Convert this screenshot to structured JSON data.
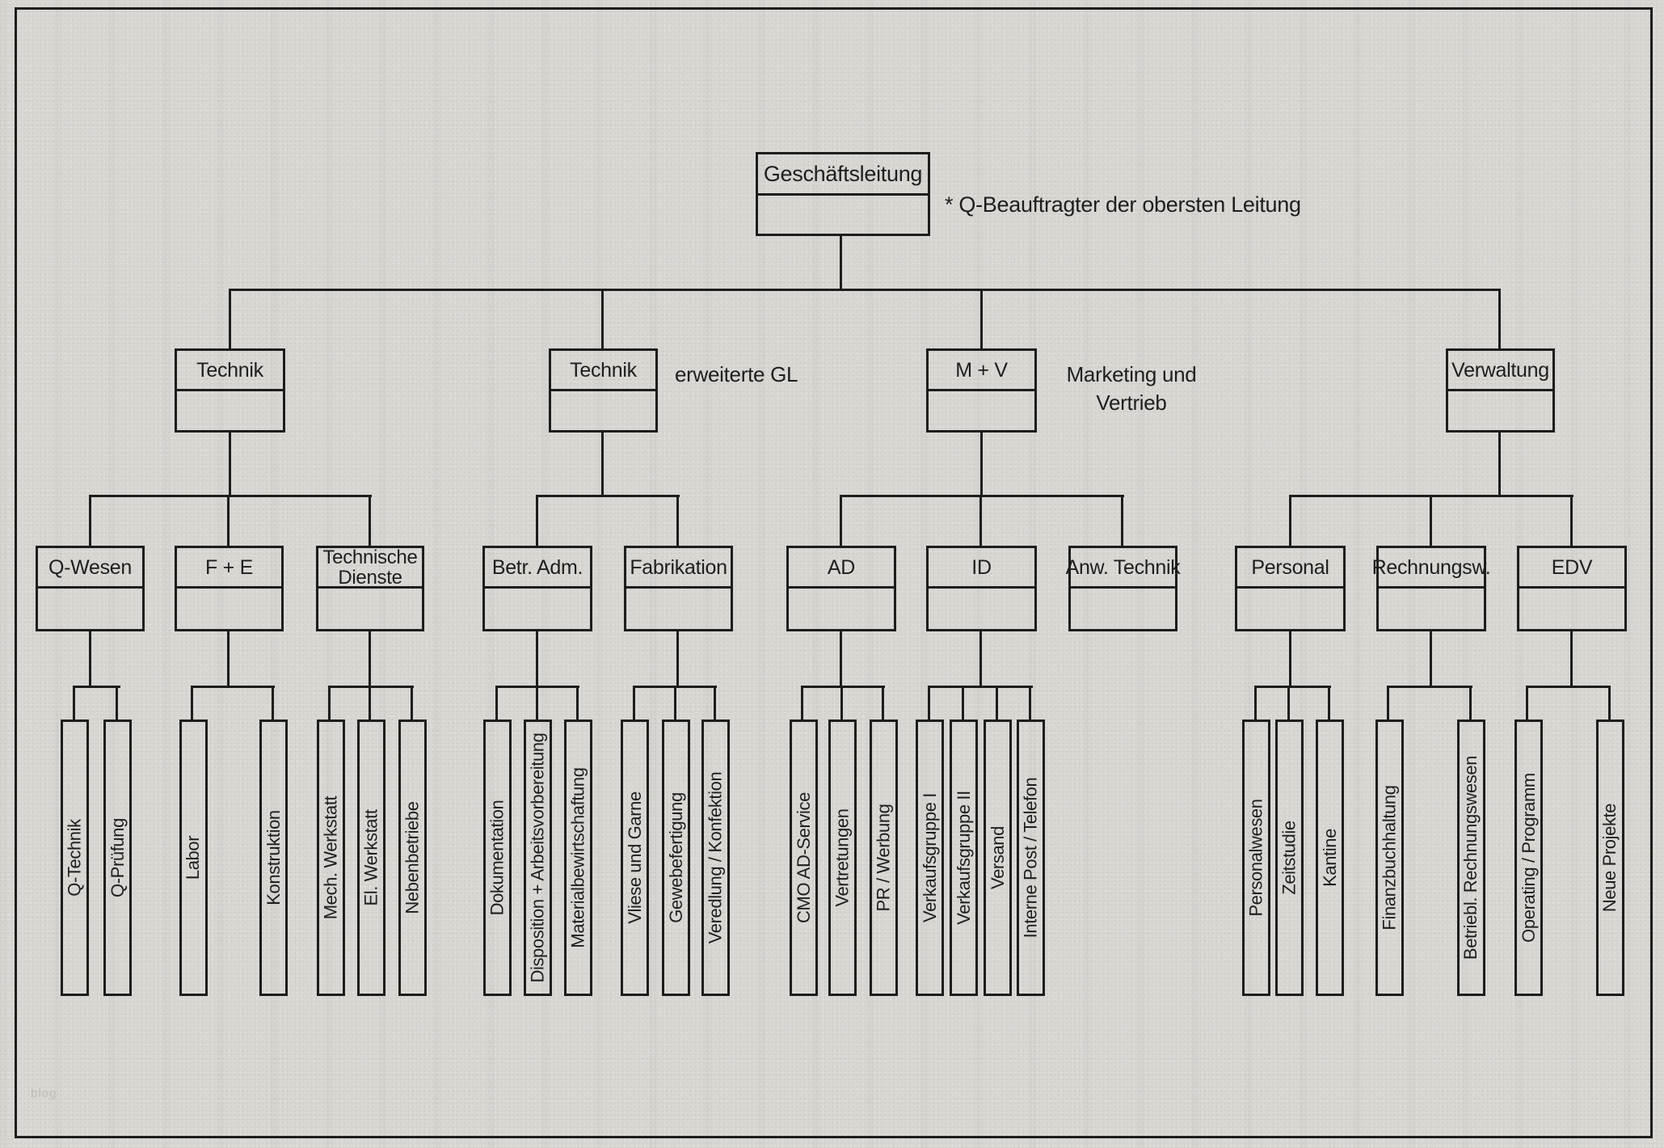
{
  "note": "* Q-Beauftragter der obersten Leitung",
  "watermark": "blog",
  "colors": {
    "line": "#1d1d1b",
    "paper": "#d8d7d3"
  },
  "root": {
    "label": "Geschäftsleitung"
  },
  "level2": [
    {
      "label": "Technik",
      "annotation": ""
    },
    {
      "label": "Technik",
      "annotation": "erweiterte GL"
    },
    {
      "label": "M + V",
      "annotation": "Marketing und Vertrieb"
    },
    {
      "label": "Verwaltung",
      "annotation": ""
    }
  ],
  "level3": [
    {
      "label": "Q-Wesen"
    },
    {
      "label": "F + E"
    },
    {
      "label": "Technische Dienste"
    },
    {
      "label": "Betr. Adm."
    },
    {
      "label": "Fabrikation"
    },
    {
      "label": "AD"
    },
    {
      "label": "ID"
    },
    {
      "label": "Anw. Technik"
    },
    {
      "label": "Personal"
    },
    {
      "label": "Rechnungsw."
    },
    {
      "label": "EDV"
    }
  ],
  "level4": {
    "q_wesen": [
      "Q-Technik",
      "Q-Prüfung"
    ],
    "f_e": [
      "Labor",
      "Konstruktion"
    ],
    "technische_dienste": [
      "Mech. Werkstatt",
      "El. Werkstatt",
      "Nebenbetriebe"
    ],
    "betr_adm": [
      "Dokumentation",
      "Disposition + Arbeitsvorbereitung",
      "Materialbewirtschaftung"
    ],
    "fabrikation": [
      "Vliese und Garne",
      "Gewebefertigung",
      "Veredlung / Konfektion"
    ],
    "ad": [
      "CMO AD-Service",
      "Vertretungen",
      "PR / Werbung"
    ],
    "id": [
      "Verkaufsgruppe I",
      "Verkaufsgruppe II",
      "Versand",
      "Interne Post / Telefon"
    ],
    "personal": [
      "Personalwesen",
      "Zeitstudie",
      "Kantine"
    ],
    "rechnungswesen": [
      "Finanzbuchhaltung",
      "Betriebl. Rechnungswesen"
    ],
    "edv": [
      "Operating / Programm",
      "Neue Projekte"
    ]
  }
}
